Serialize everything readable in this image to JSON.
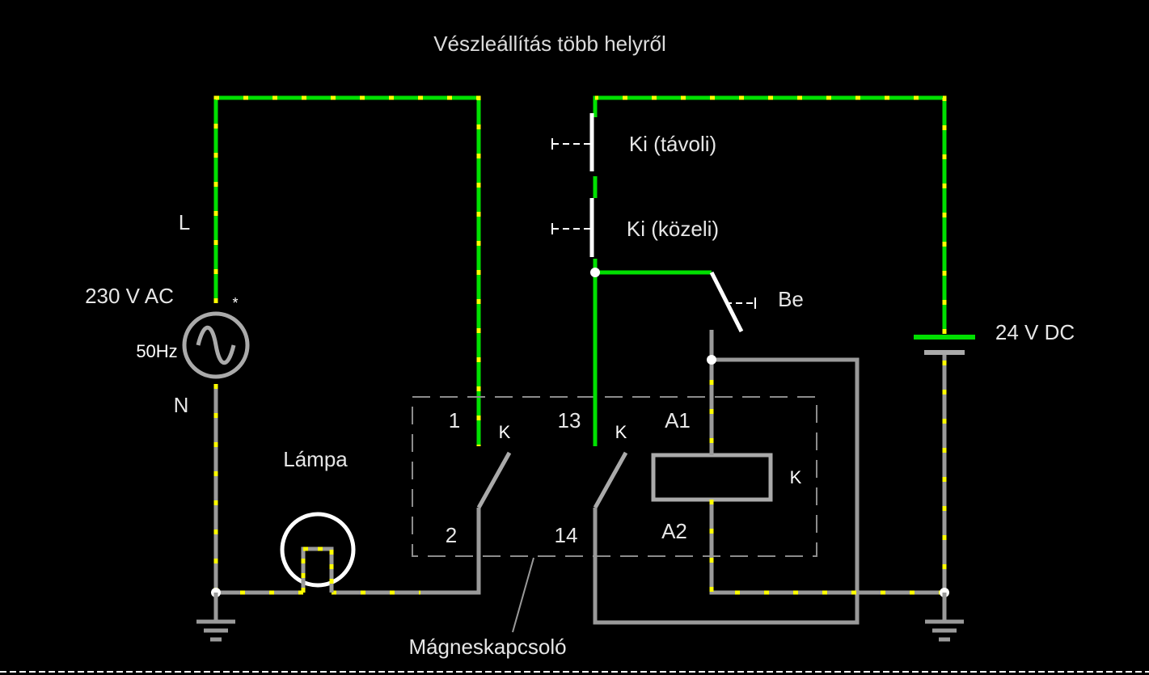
{
  "title": "Vészleállítás több helyről",
  "colors": {
    "background": "#000000",
    "live_wire": "#00e000",
    "dead_wire": "#9a9a9a",
    "current_dots": "#ffff00",
    "component": "#aaaaaa",
    "switch": "#ffffff",
    "dashed_box": "#8c8c8c"
  },
  "labels": {
    "line": "L",
    "neutral": "N",
    "ac_source": "230 V AC",
    "ac_freq": "50Hz",
    "ac_marker": "*",
    "lamp": "Lámpa",
    "dc_source": "24 V DC",
    "stop_remote": "Ki (távoli)",
    "stop_local": "Ki (közeli)",
    "start": "Be",
    "contactor": "Mágneskapcsoló",
    "contact1_top": "1",
    "contact1_bottom": "2",
    "contact1_name": "K",
    "contact2_top": "13",
    "contact2_bottom": "14",
    "contact2_name": "K",
    "coil_top": "A1",
    "coil_bottom": "A2",
    "coil_name": "K"
  },
  "icons": {
    "ac_source": "ac-source-icon",
    "lamp": "lamp-icon",
    "battery": "battery-icon",
    "ground": "ground-icon"
  }
}
